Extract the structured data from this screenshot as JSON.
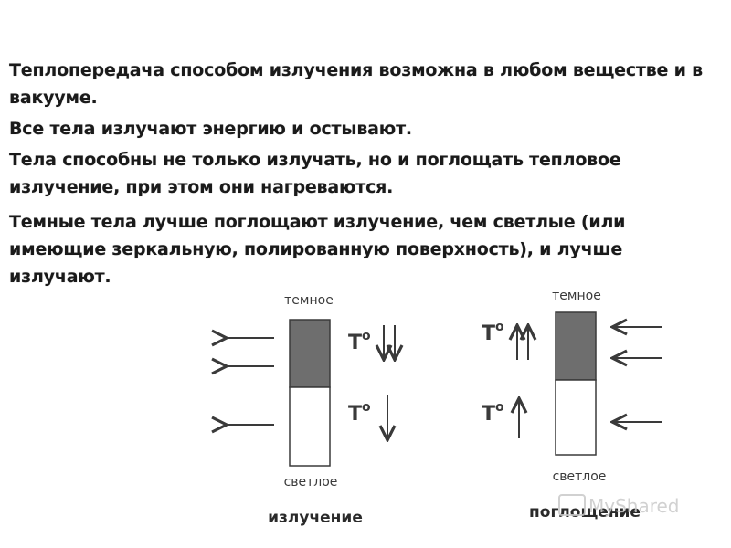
{
  "text": {
    "p1": "Теплопередача способом излучения возможна в любом веществе и в вакууме.",
    "p2": "Все тела излучают энергию и остывают.",
    "p3": "Тела способны не только излучать, но и поглощать тепловое излучение, при этом они нагреваются.",
    "p4": "Темные тела лучше поглощают излучение, чем светлые (или имеющие зеркальную, полированную поверхность), и лучше излучают."
  },
  "diagram": {
    "left": {
      "dark_label": "темное",
      "light_label": "светлое",
      "caption": "излучение",
      "temp_symbol": "Т",
      "temp_superscript": "о"
    },
    "right": {
      "dark_label": "темное",
      "light_label": "светлое",
      "caption": "поглощение",
      "temp_symbol": "Т",
      "temp_superscript": "о"
    }
  },
  "watermark": "MyShared",
  "colors": {
    "dark_fill": "#6e6e6e",
    "light_fill": "#ffffff",
    "stroke": "#3a3a3a",
    "text": "#1a1a1a"
  }
}
